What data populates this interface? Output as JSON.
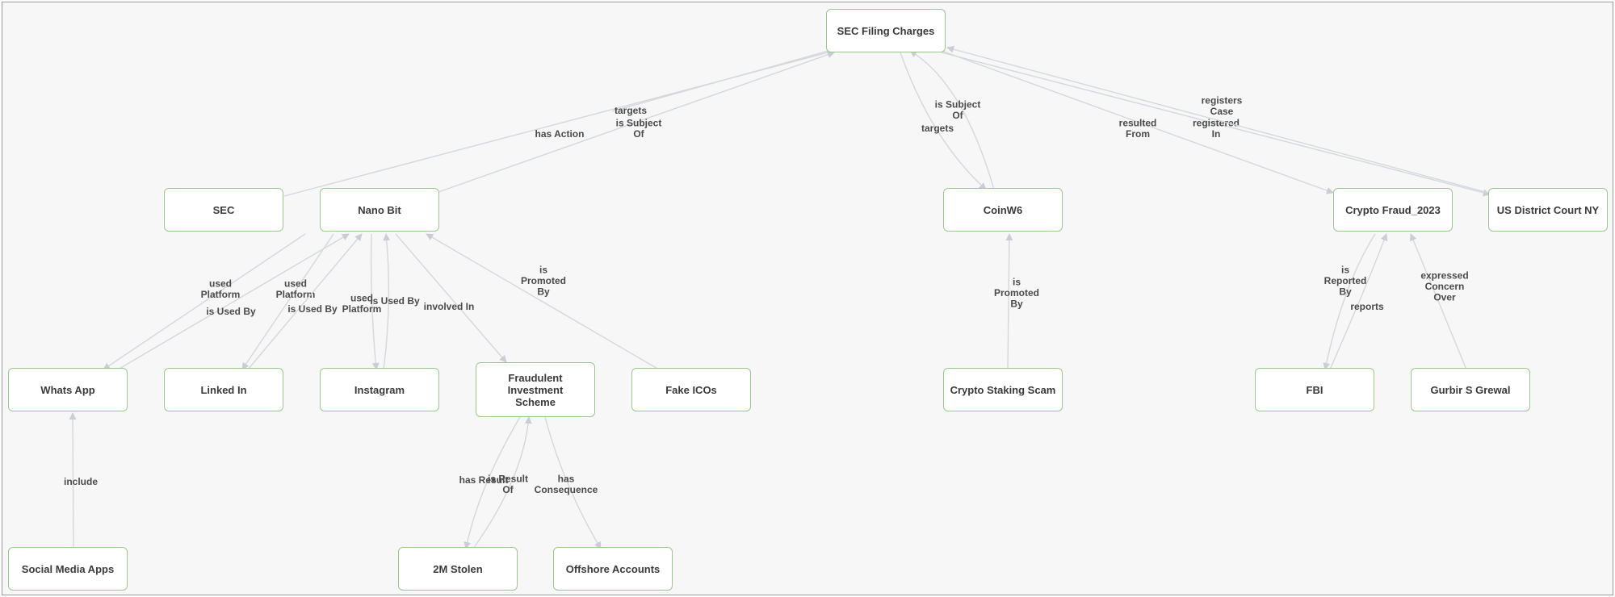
{
  "nodes": [
    {
      "id": "sec_filing",
      "label": "SEC Filing Charges"
    },
    {
      "id": "sec",
      "label": "SEC"
    },
    {
      "id": "nanobit",
      "label": "Nano Bit"
    },
    {
      "id": "coinw6",
      "label": "CoinW6"
    },
    {
      "id": "cryptofraud",
      "label": "Crypto Fraud_2023"
    },
    {
      "id": "usdc",
      "label": "US District Court NY"
    },
    {
      "id": "whatsapp",
      "label": "Whats App"
    },
    {
      "id": "linkedin",
      "label": "Linked In"
    },
    {
      "id": "instagram",
      "label": "Instagram"
    },
    {
      "id": "fraudscheme",
      "label": "Fraudulent Investment\nScheme"
    },
    {
      "id": "fakeicos",
      "label": "Fake ICOs"
    },
    {
      "id": "stakingscam",
      "label": "Crypto Staking Scam"
    },
    {
      "id": "fbi",
      "label": "FBI"
    },
    {
      "id": "gurbir",
      "label": "Gurbir S Grewal"
    },
    {
      "id": "socialmedia",
      "label": "Social Media Apps"
    },
    {
      "id": "stolen",
      "label": "2M Stolen"
    },
    {
      "id": "offshore",
      "label": "Offshore Accounts"
    }
  ],
  "edges": [
    {
      "id": "e_has_action",
      "label": "has Action"
    },
    {
      "id": "e_targets_nanobit",
      "label": "targets"
    },
    {
      "id": "e_subject_nanobit",
      "label": "is Subject\nOf"
    },
    {
      "id": "e_subject_coinw6",
      "label": "is Subject\nOf"
    },
    {
      "id": "e_targets_coinw6",
      "label": "targets"
    },
    {
      "id": "e_resulted_from",
      "label": "resulted\nFrom"
    },
    {
      "id": "e_registered_in",
      "label": "registered\nIn"
    },
    {
      "id": "e_registers_case",
      "label": "registers\nCase"
    },
    {
      "id": "e_used_platform_wa",
      "label": "used\nPlatform"
    },
    {
      "id": "e_used_by_wa",
      "label": "is Used By"
    },
    {
      "id": "e_used_platform_li",
      "label": "used\nPlatform"
    },
    {
      "id": "e_used_by_li",
      "label": "is Used By"
    },
    {
      "id": "e_used_platform_ig",
      "label": "used\nPlatform"
    },
    {
      "id": "e_used_by_ig",
      "label": "is Used By"
    },
    {
      "id": "e_involved_in",
      "label": "involved In"
    },
    {
      "id": "e_promoted_nanobit",
      "label": "is\nPromoted\nBy"
    },
    {
      "id": "e_promoted_coinw6",
      "label": "is\nPromoted\nBy"
    },
    {
      "id": "e_reported_by",
      "label": "is\nReported\nBy"
    },
    {
      "id": "e_reports",
      "label": "reports"
    },
    {
      "id": "e_expressed_concern",
      "label": "expressed\nConcern\nOver"
    },
    {
      "id": "e_include",
      "label": "include"
    },
    {
      "id": "e_has_result",
      "label": "has Result"
    },
    {
      "id": "e_is_result_of",
      "label": "is Result\nOf"
    },
    {
      "id": "e_has_consequence",
      "label": "has\nConsequence"
    }
  ]
}
